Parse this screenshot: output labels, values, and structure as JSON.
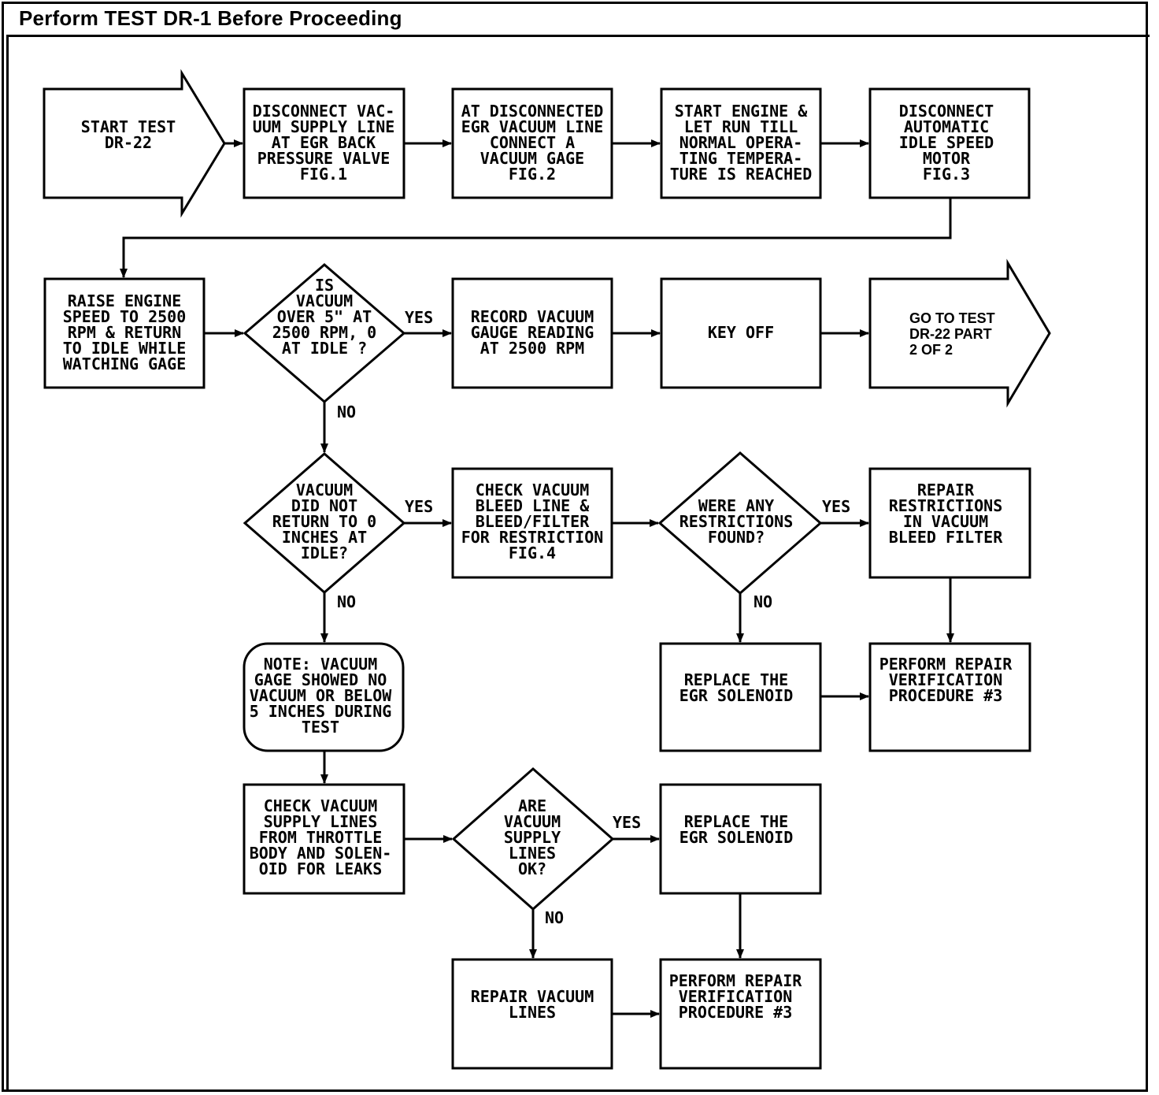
{
  "header": {
    "title": "Perform TEST DR-1 Before Proceeding"
  },
  "nodes": {
    "start": [
      "START TEST",
      "DR-22"
    ],
    "disconnect_vacuum": [
      "DISCONNECT VAC-",
      "UUM SUPPLY LINE",
      "AT EGR BACK",
      "PRESSURE VALVE",
      "FIG.1"
    ],
    "connect_gage": [
      "AT DISCONNECTED",
      "EGR VACUUM LINE",
      "CONNECT A",
      "VACUUM GAGE",
      "FIG.2"
    ],
    "start_engine": [
      "START ENGINE &",
      "LET RUN TILL",
      "NORMAL OPERA-",
      "TING TEMPERA-",
      "TURE IS REACHED"
    ],
    "disconnect_idle": [
      "DISCONNECT",
      "AUTOMATIC",
      "IDLE SPEED",
      "MOTOR",
      "FIG.3"
    ],
    "raise_engine": [
      "RAISE ENGINE",
      "SPEED TO 2500",
      "RPM & RETURN",
      "TO IDLE WHILE",
      "WATCHING GAGE"
    ],
    "is_vacuum": [
      "IS",
      "VACUUM",
      "OVER 5\" AT",
      "2500 RPM, 0",
      "AT IDLE ?"
    ],
    "record_vacuum": [
      "RECORD VACUUM",
      "GAUGE READING",
      "AT 2500 RPM"
    ],
    "key_off": [
      "KEY OFF"
    ],
    "goto_part2": [
      "GO TO TEST",
      "DR-22 PART",
      "2 OF 2"
    ],
    "vacuum_not_return": [
      "VACUUM",
      "DID NOT",
      "RETURN TO 0",
      "INCHES AT",
      "IDLE?"
    ],
    "check_bleed": [
      "CHECK VACUUM",
      "BLEED LINE &",
      "BLEED/FILTER",
      "FOR RESTRICTION",
      "FIG.4"
    ],
    "were_restrictions": [
      "WERE ANY",
      "RESTRICTIONS",
      "FOUND?"
    ],
    "repair_restrictions": [
      "REPAIR",
      "RESTRICTIONS",
      "IN VACUUM",
      "BLEED FILTER"
    ],
    "note": [
      "NOTE: VACUUM",
      "GAGE SHOWED NO",
      "VACUUM OR BELOW",
      "5 INCHES DURING",
      "TEST"
    ],
    "replace_solenoid_1": [
      "REPLACE THE",
      "EGR SOLENOID"
    ],
    "verify_1": [
      "PERFORM REPAIR",
      "VERIFICATION",
      "PROCEDURE #3"
    ],
    "check_supply": [
      "CHECK VACUUM",
      "SUPPLY LINES",
      "FROM THROTTLE",
      "BODY AND SOLEN-",
      "OID FOR LEAKS"
    ],
    "are_lines_ok": [
      "ARE",
      "VACUUM",
      "SUPPLY",
      "LINES",
      "OK?"
    ],
    "replace_solenoid_2": [
      "REPLACE THE",
      "EGR SOLENOID"
    ],
    "repair_lines": [
      "REPAIR VACUUM",
      "LINES"
    ],
    "verify_2": [
      "PERFORM REPAIR",
      "VERIFICATION",
      "PROCEDURE #3"
    ]
  },
  "connector_labels": {
    "yes": "YES",
    "no": "NO"
  }
}
